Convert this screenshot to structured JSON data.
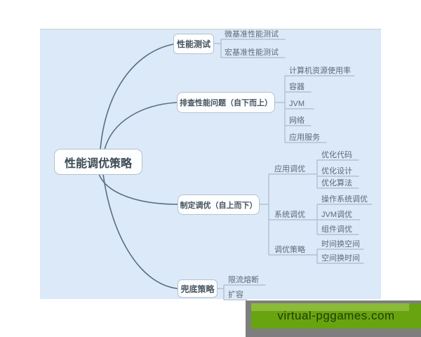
{
  "colors": {
    "canvas_bg": "#ffffff",
    "panel_bg": "#dce9f8",
    "curve": "#56707e",
    "connector": "#a9bbcb",
    "box_border": "#b6c2cb",
    "box_text": "#46545f",
    "leaf_text": "#5b6b77",
    "watermark_green": "#68a410",
    "watermark_green_light": "#8cbb3a",
    "watermark_gray": "#7e7e7e",
    "watermark_text": "#223d01"
  },
  "mindmap": {
    "root": "性能调优策略",
    "branches": [
      {
        "label": "性能测试",
        "children": [
          "微基准性能测试",
          "宏基准性能测试"
        ]
      },
      {
        "label": "排查性能问题（自下而上）",
        "children": [
          "计算机资源使用率",
          "容器",
          "JVM",
          "网络",
          "应用服务"
        ]
      },
      {
        "label": "制定调优（自上而下）",
        "subbranches": [
          {
            "label": "应用调优",
            "children": [
              "优化代码",
              "优化设计",
              "优化算法"
            ]
          },
          {
            "label": "系统调优",
            "children": [
              "操作系统调优",
              "JVM调优",
              "组件调优"
            ]
          },
          {
            "label": "调优策略",
            "children": [
              "时间换空间",
              "空间换时间"
            ]
          }
        ]
      },
      {
        "label": "兜底策略",
        "children": [
          "限流熔断",
          "扩容"
        ]
      }
    ]
  },
  "watermark": "virtual-pggames.com"
}
